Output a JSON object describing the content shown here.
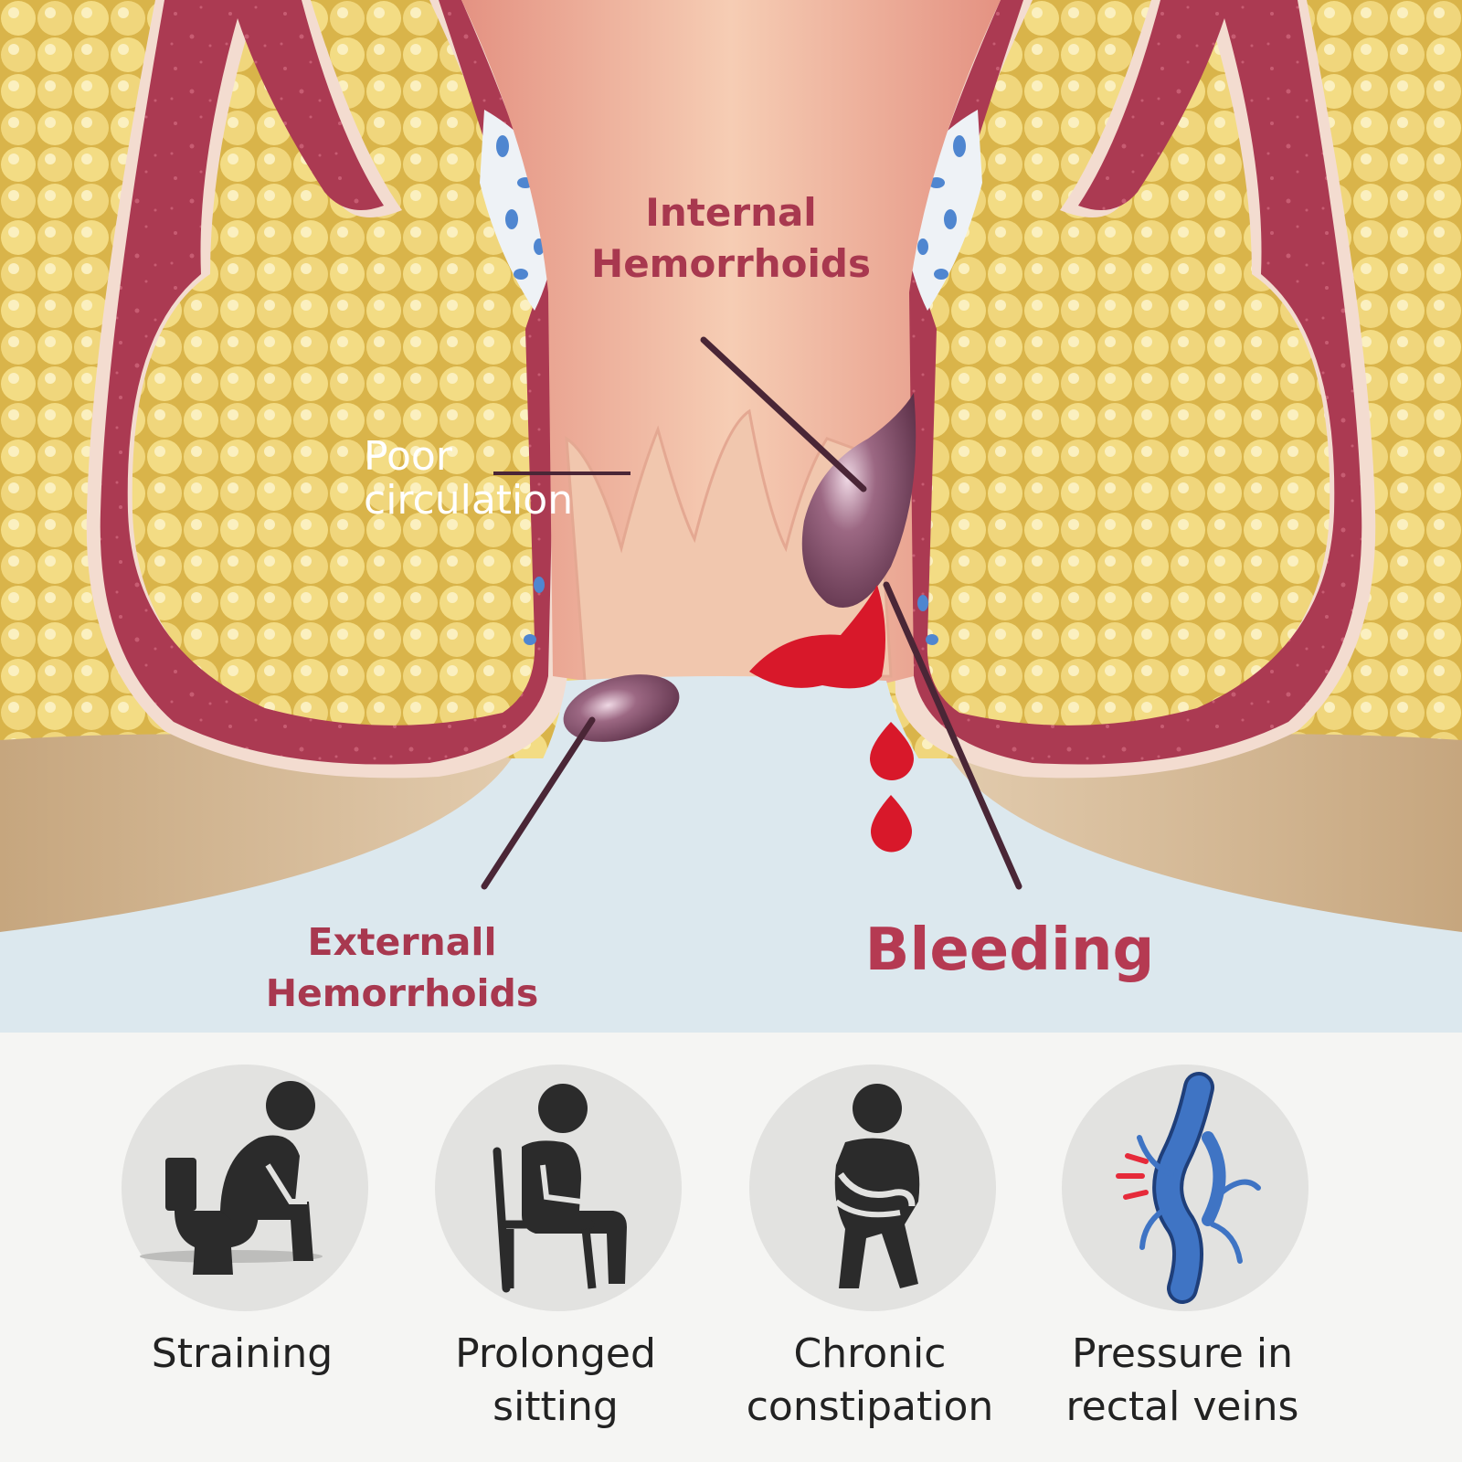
{
  "diagram": {
    "internal_label": "Internal\nHemorrhoids",
    "external_label": "Externall\nHemorrhoids",
    "bleeding_label": "Bleeding",
    "poor_circulation_label": "Poor\ncirculation"
  },
  "causes": [
    {
      "label": "Straining",
      "icon": "toilet-straining-icon"
    },
    {
      "label": "Prolonged\nsitting",
      "icon": "chair-sitting-icon"
    },
    {
      "label": "Chronic\nconstipation",
      "icon": "stomach-pain-icon"
    },
    {
      "label": "Pressure in\nrectal veins",
      "icon": "vein-pressure-icon"
    }
  ],
  "colors": {
    "tissue": "#a8384f",
    "fat": "#f0d878",
    "canal": "#f2b8a2",
    "blood": "#d8182a",
    "hemorrhoid": "#7a4660",
    "label": "#a8384f",
    "vein": "#3a66b8"
  }
}
